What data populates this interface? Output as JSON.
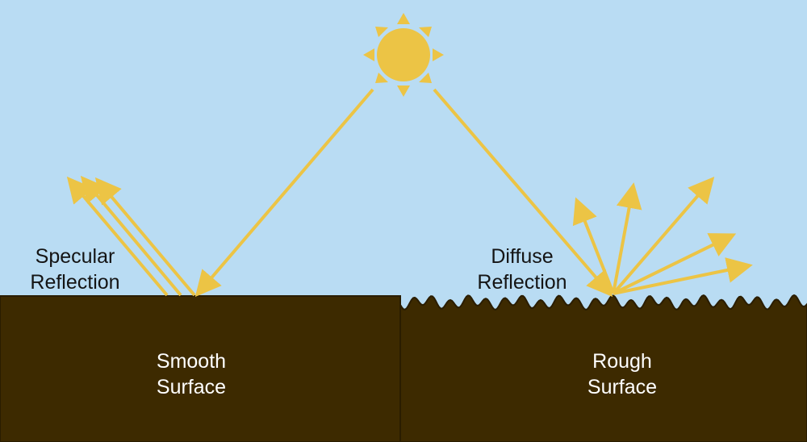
{
  "colors": {
    "sky": "#b9dcf3",
    "ground": "#3d2a00",
    "ground_edge": "#2a1d00",
    "sun": "#ecc445",
    "ray": "#ecc445",
    "dark_text": "#141414",
    "light_text": "#ffffff"
  },
  "labels": {
    "specular": {
      "line1": "Specular",
      "line2": "Reflection"
    },
    "diffuse": {
      "line1": "Diffuse",
      "line2": "Reflection"
    },
    "smooth": {
      "line1": "Smooth",
      "line2": "Surface"
    },
    "rough": {
      "line1": "Rough",
      "line2": "Surface"
    }
  }
}
